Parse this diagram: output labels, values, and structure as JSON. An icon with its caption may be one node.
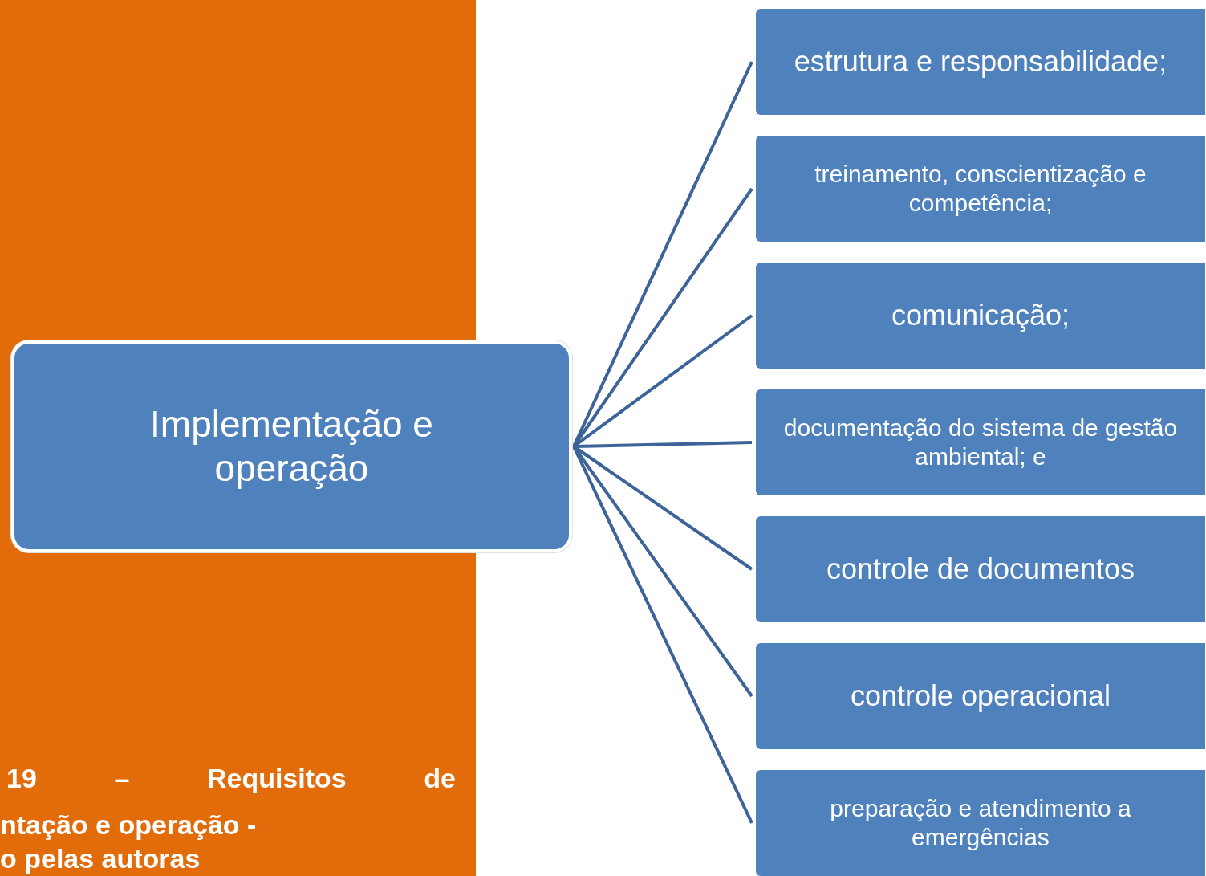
{
  "diagram": {
    "nodes": [
      {
        "text": [
          "Implementação e operação"
        ]
      },
      {
        "text": [
          "estrutura e responsabilidade;"
        ]
      },
      {
        "text": [
          "treinamento, conscientização e competência;"
        ]
      },
      {
        "text": [
          "comunicação;"
        ]
      },
      {
        "text": [
          "documentação do sistema de gestão ambiental; e"
        ]
      },
      {
        "text": [
          "controle de documentos"
        ]
      },
      {
        "text": [
          "controle operacional"
        ]
      },
      {
        "text": [
          "preparação e atendimento a emergências"
        ]
      }
    ],
    "edges": [
      {
        "from": 0,
        "to": 1,
        "arrow": "none"
      },
      {
        "from": 0,
        "to": 2,
        "arrow": "none"
      },
      {
        "from": 0,
        "to": 3,
        "arrow": "none"
      },
      {
        "from": 0,
        "to": 4,
        "arrow": "none"
      },
      {
        "from": 0,
        "to": 5,
        "arrow": "none"
      },
      {
        "from": 0,
        "to": 6,
        "arrow": "none"
      },
      {
        "from": 0,
        "to": 7,
        "arrow": "none"
      }
    ],
    "labels": [
      "19 – Requisitos de",
      "ntação e operação -",
      "o pelas autoras"
    ]
  }
}
